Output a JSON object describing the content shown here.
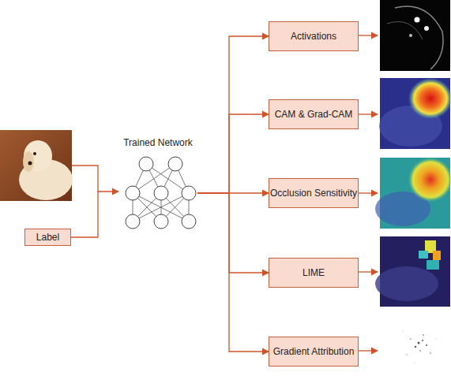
{
  "diagram": {
    "nodes": [
      {
        "text": [
          "Label"
        ]
      },
      {
        "text": [
          "Trained Network"
        ]
      },
      {
        "text": [
          "Activations"
        ]
      },
      {
        "text": [
          "CAM & Grad-CAM"
        ]
      },
      {
        "text": [
          "Occlusion Sensitivity"
        ]
      },
      {
        "text": [
          "LIME"
        ]
      },
      {
        "text": [
          "Gradient Attribution"
        ]
      }
    ],
    "edges": [
      {
        "from": 0,
        "to": 1,
        "arrow": "to"
      },
      {
        "from": 1,
        "to": 2,
        "arrow": "to"
      },
      {
        "from": 1,
        "to": 3,
        "arrow": "to"
      },
      {
        "from": 1,
        "to": 4,
        "arrow": "to"
      },
      {
        "from": 1,
        "to": 5,
        "arrow": "to"
      },
      {
        "from": 1,
        "to": 6,
        "arrow": "to"
      }
    ]
  }
}
